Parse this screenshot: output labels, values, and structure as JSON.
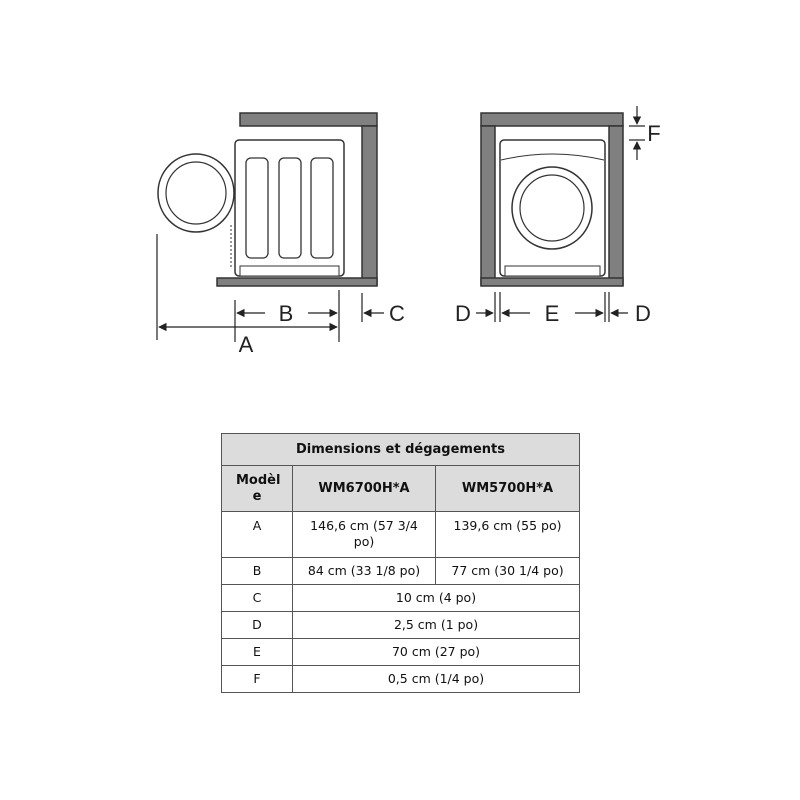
{
  "diagram": {
    "labels": {
      "A": "A",
      "B": "B",
      "C": "C",
      "D_left": "D",
      "E": "E",
      "D_right": "D",
      "F": "F"
    }
  },
  "table": {
    "title": "Dimensions et dégagements",
    "header": {
      "model": "Modèl e",
      "col1": "WM6700H*A",
      "col2": "WM5700H*A"
    },
    "rows": [
      {
        "key": "A",
        "col1": "146,6 cm (57 3/4 po)",
        "col2": "139,6 cm (55 po)"
      },
      {
        "key": "B",
        "col1": "84 cm (33 1/8 po)",
        "col2": "77 cm (30 1/4 po)"
      },
      {
        "key": "C",
        "merged": "10 cm (4 po)"
      },
      {
        "key": "D",
        "merged": "2,5 cm (1 po)"
      },
      {
        "key": "E",
        "merged": "70 cm (27 po)"
      },
      {
        "key": "F",
        "merged": "0,5 cm (1/4 po)"
      }
    ]
  },
  "colors": {
    "enclosure": "#808080",
    "outline": "#333333",
    "header_fill": "#dcdcdc"
  }
}
